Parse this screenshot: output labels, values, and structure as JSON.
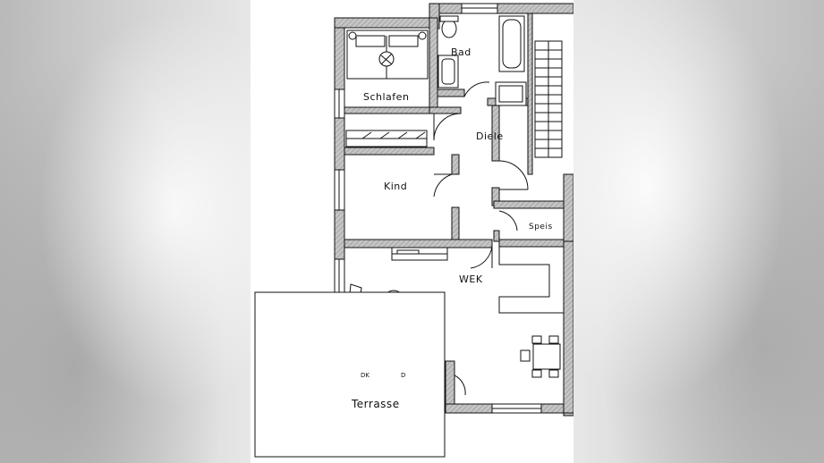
{
  "rooms": {
    "bad": "Bad",
    "schlafen": "Schlafen",
    "diele": "Diele",
    "kind": "Kind",
    "speis": "Speis",
    "wek": "WEK",
    "terrasse": "Terrasse"
  },
  "window_markers": {
    "dk": "DK",
    "d": "D"
  },
  "colors": {
    "wall_fill": "#bdbdbd",
    "line": "#111111",
    "paper": "#ffffff"
  }
}
